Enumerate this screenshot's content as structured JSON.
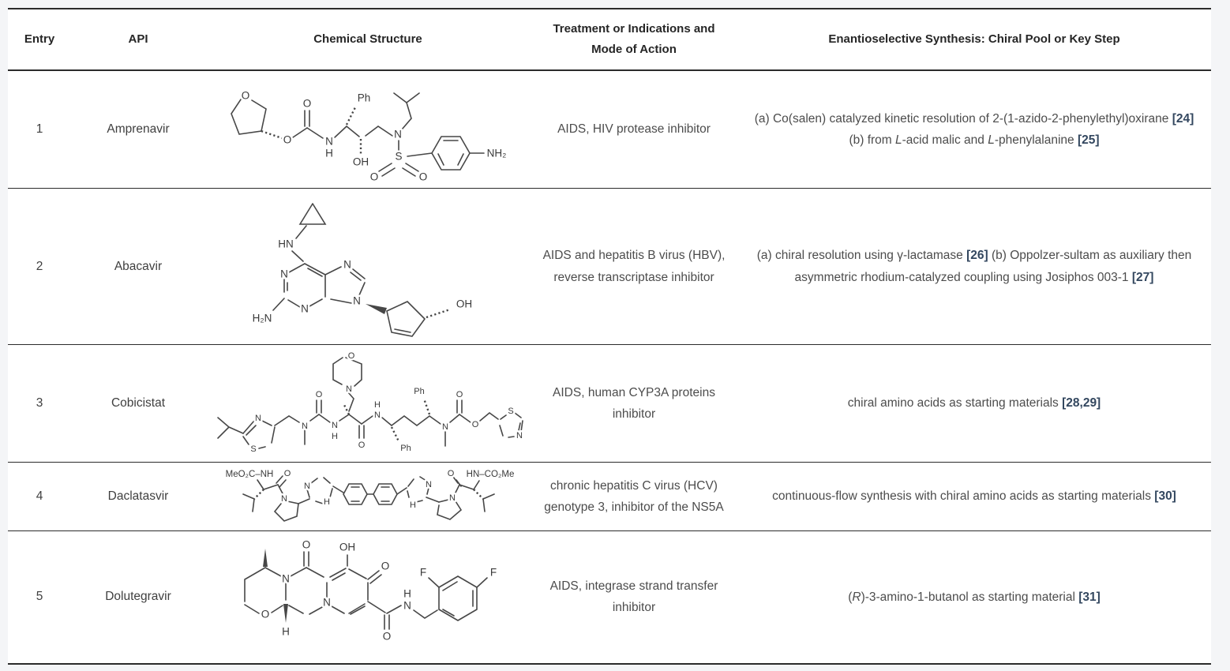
{
  "colors": {
    "page-bg": "#f4f5f7",
    "table-bg": "#ffffff",
    "text": "#4c4c4c",
    "head": "#262626",
    "ref": "#33475f",
    "line": "#2b2b2b",
    "bond": "#474747"
  },
  "table": {
    "headers": {
      "entry": "Entry",
      "api": "API",
      "structure": "Chemical Structure",
      "treatment": "Treatment or Indications and Mode of Action",
      "synthesis": "Enantioselective Synthesis: Chiral Pool or Key Step"
    },
    "rows": [
      {
        "entry": "1",
        "api": "Amprenavir",
        "structure": "amprenavir",
        "treatment": "AIDS, HIV protease inhibitor",
        "synthesis": [
          {
            "t": "(a) Co(salen) catalyzed kinetic resolution of 2-(1-azido-2-phenylethyl)oxirane ",
            "s": "n"
          },
          {
            "t": "[24]",
            "s": "ref"
          },
          {
            "t": " (b) from ",
            "s": "n"
          },
          {
            "t": "L",
            "s": "i"
          },
          {
            "t": "-acid malic and ",
            "s": "n"
          },
          {
            "t": "L",
            "s": "i"
          },
          {
            "t": "-phenylalanine ",
            "s": "n"
          },
          {
            "t": "[25]",
            "s": "ref"
          }
        ]
      },
      {
        "entry": "2",
        "api": "Abacavir",
        "structure": "abacavir",
        "treatment": "AIDS and hepatitis B virus (HBV), reverse transcriptase inhibitor",
        "synthesis": [
          {
            "t": "(a) chiral resolution using γ-lactamase ",
            "s": "n"
          },
          {
            "t": "[26]",
            "s": "ref"
          },
          {
            "t": " (b) Oppolzer-sultam as auxiliary then asymmetric rhodium-catalyzed coupling using Josiphos 003-1 ",
            "s": "n"
          },
          {
            "t": "[27]",
            "s": "ref"
          }
        ]
      },
      {
        "entry": "3",
        "api": "Cobicistat",
        "structure": "cobicistat",
        "treatment": "AIDS, human CYP3A proteins inhibitor",
        "synthesis": [
          {
            "t": "chiral amino acids as starting materials ",
            "s": "n"
          },
          {
            "t": "[28,29]",
            "s": "ref"
          }
        ]
      },
      {
        "entry": "4",
        "api": "Daclatasvir",
        "structure": "daclatasvir",
        "treatment": "chronic hepatitis C virus (HCV) genotype 3, inhibitor of the NS5A",
        "synthesis": [
          {
            "t": "continuous-flow synthesis with chiral amino acids as starting materials ",
            "s": "n"
          },
          {
            "t": "[30]",
            "s": "ref"
          }
        ]
      },
      {
        "entry": "5",
        "api": "Dolutegravir",
        "structure": "dolutegravir",
        "treatment": "AIDS, integrase strand transfer inhibitor",
        "synthesis": [
          {
            "t": "(",
            "s": "n"
          },
          {
            "t": "R",
            "s": "i"
          },
          {
            "t": ")-3-amino-1-butanol as starting material ",
            "s": "n"
          },
          {
            "t": "[31]",
            "s": "ref"
          }
        ]
      }
    ]
  },
  "structures": {
    "amprenavir": {
      "labels": {
        "o_ring": "O",
        "o_ester": "O",
        "o_carbonyl": "O",
        "n1": "N",
        "h1": "H",
        "ph": "Ph",
        "oh": "OH",
        "n2": "N",
        "s": "S",
        "o_s1": "O",
        "o_s2": "O",
        "nh2": "NH₂"
      }
    },
    "abacavir": {
      "labels": {
        "hn": "HN",
        "n1": "N",
        "n3": "N",
        "n7": "N",
        "n9": "N",
        "h2n": "H₂N",
        "oh": "OH"
      }
    },
    "cobicistat": {
      "labels": {
        "o_morpholine": "O",
        "n_morpholine": "N",
        "n_thiazole_l": "N",
        "s_thiazole_l": "S",
        "n_me1": "N",
        "o_urea": "O",
        "n_h1": "N",
        "h1": "H",
        "h2": "H",
        "n_amide": "N",
        "o_amide": "O",
        "ph1": "Ph",
        "ph2": "Ph",
        "n_me2": "N",
        "o_carbamate": "O",
        "o_ester": "O",
        "s_thiazole_r": "S",
        "n_thiazole_r": "N"
      }
    },
    "daclatasvir": {
      "labels": {
        "cap_l": "MeO₂C‒NH",
        "o_l": "O",
        "n_pyr_l": "N",
        "n_imid_l": "N",
        "h_imid_l": "H",
        "n_imid_r": "N",
        "h_imid_r": "H",
        "n_pyr_r": "N",
        "o_r": "O",
        "cap_r": "HN‒CO₂Me"
      }
    },
    "dolutegravir": {
      "labels": {
        "o_ring": "O",
        "n1": "N",
        "n2": "N",
        "o_keto1": "O",
        "oh": "OH",
        "o_keto2": "O",
        "o_amide": "O",
        "h_amide": "H",
        "n_amide": "N",
        "f1": "F",
        "f2": "F",
        "h_stereo": "H"
      }
    }
  }
}
